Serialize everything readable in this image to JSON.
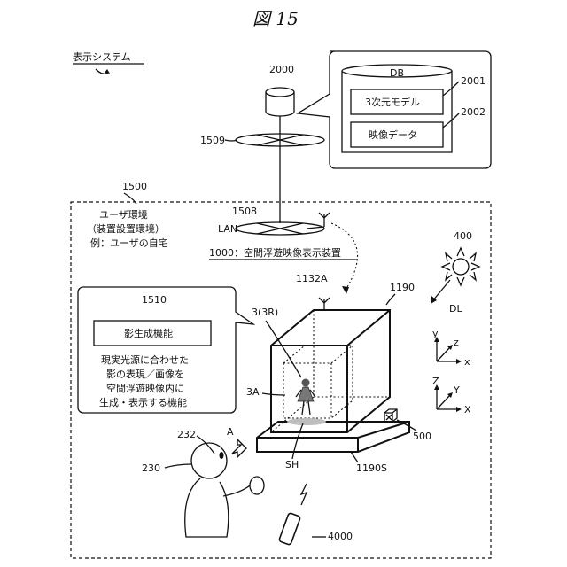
{
  "figure_title": "図 15",
  "system_label": "表示システム",
  "server": {
    "ref": "2000"
  },
  "db": {
    "title": "DB",
    "items": [
      {
        "ref": "2001",
        "label": "3次元モデル"
      },
      {
        "ref": "2002",
        "label": "映像データ"
      }
    ]
  },
  "network_upper": {
    "ref": "1509"
  },
  "environment": {
    "ref": "1500",
    "lines": [
      "ユーザ環境",
      "（装置設置環境）",
      "例：ユーザの自宅"
    ]
  },
  "lan": {
    "ref": "1508",
    "label": "LAN"
  },
  "device": {
    "label": "1000：空間浮遊映像表示装置",
    "antenna_ref": "1132A",
    "housing_ref": "1190",
    "base_ref": "1190S"
  },
  "function_box": {
    "ref": "1510",
    "name": "影生成機能",
    "desc": [
      "現実光源に合わせた",
      "影の表現／画像を",
      "空間浮遊映像内に",
      "生成・表示する機能"
    ]
  },
  "light": {
    "ref": "400",
    "dir_label": "DL"
  },
  "image_labels": {
    "floating": "3(3R)",
    "area": "3A",
    "shadow": "SH"
  },
  "sensor": {
    "ref": "500"
  },
  "user": {
    "ref": "230",
    "eye_ref": "232",
    "view_label": "A"
  },
  "phone": {
    "ref": "4000"
  },
  "axes_lower": {
    "x": "x",
    "y": "y",
    "z": "z"
  },
  "axes_upper": {
    "x": "X",
    "y": "Y",
    "z": "Z"
  }
}
